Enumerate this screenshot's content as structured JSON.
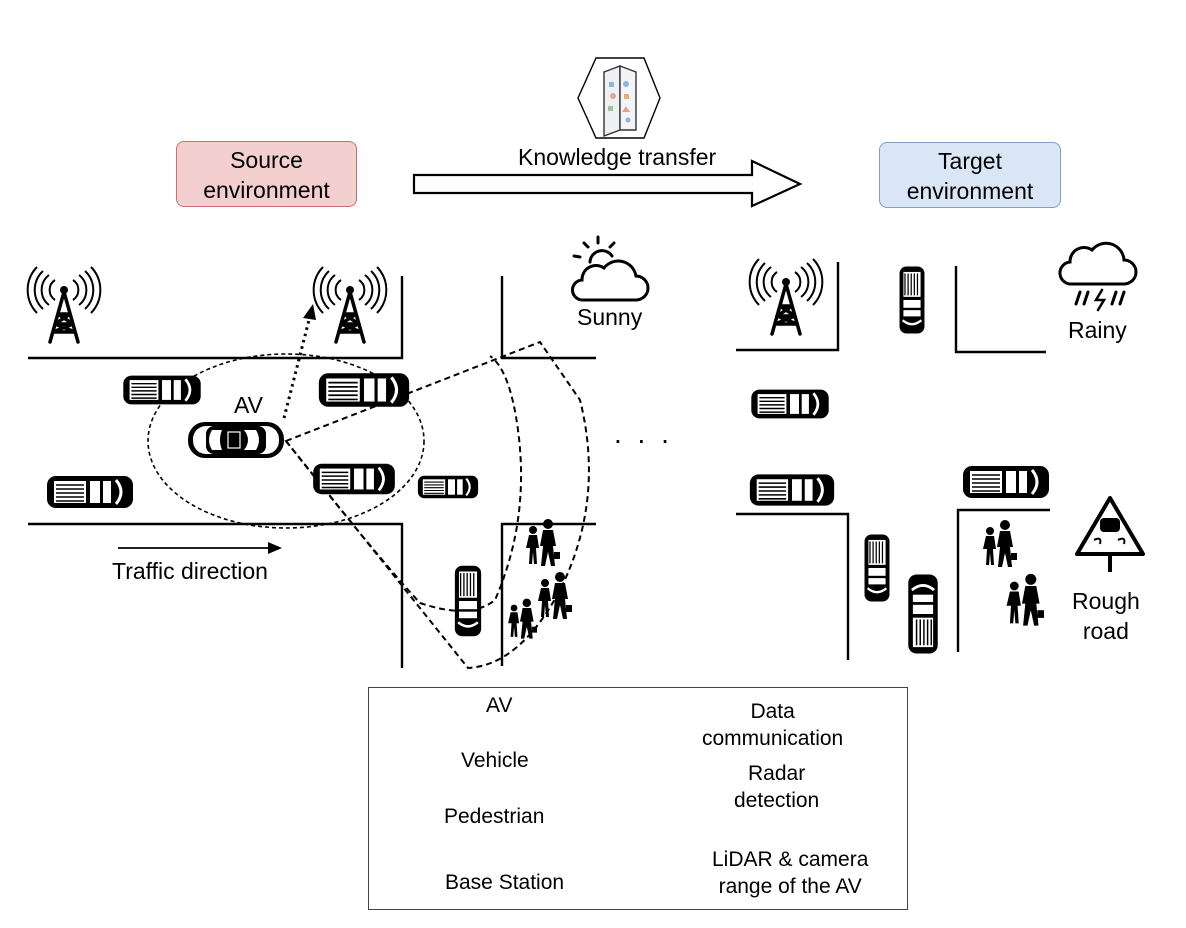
{
  "header": {
    "source_env": "Source\nenvironment",
    "knowledge_transfer": "Knowledge transfer",
    "target_env": "Target\nenvironment"
  },
  "source_scene": {
    "weather_label": "Sunny",
    "av_label": "AV",
    "traffic_direction": "Traffic direction",
    "ellipsis": ". . ."
  },
  "target_scene": {
    "weather_label": "Rainy",
    "road_label": "Rough\nroad"
  },
  "legend": {
    "av": "AV",
    "vehicle": "Vehicle",
    "pedestrian": "Pedestrian",
    "base_station": "Base Station",
    "data_communication": "Data\ncommunication",
    "radar_detection": "Radar\ndetection",
    "lidar_range": "LiDAR & camera\nrange of the AV"
  },
  "colors": {
    "source_box_fill": "#f3d0cf",
    "source_box_border": "#c9706d",
    "target_box_fill": "#dae6f6",
    "target_box_border": "#7f9fc7",
    "ink": "#000000"
  }
}
